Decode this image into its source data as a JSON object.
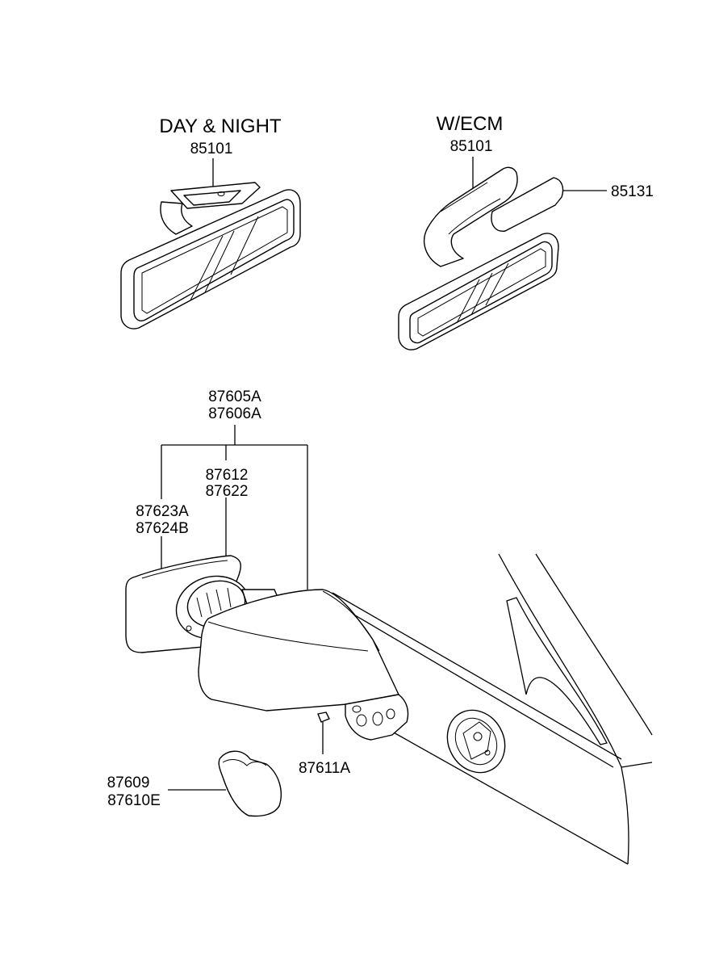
{
  "mirror_day_night": {
    "variant": "DAY & NIGHT",
    "part_number": "85101"
  },
  "mirror_ecm": {
    "variant": "W/ECM",
    "part_number": "85101",
    "extra_part": "85131"
  },
  "outside_mirror": {
    "assembly_1": "87605A",
    "assembly_2": "87606A",
    "actuator_1": "87612",
    "actuator_2": "87622",
    "glass_1": "87623A",
    "glass_2": "87624B",
    "screw": "87611A",
    "cover_1": "87609",
    "cover_2": "87610E"
  }
}
